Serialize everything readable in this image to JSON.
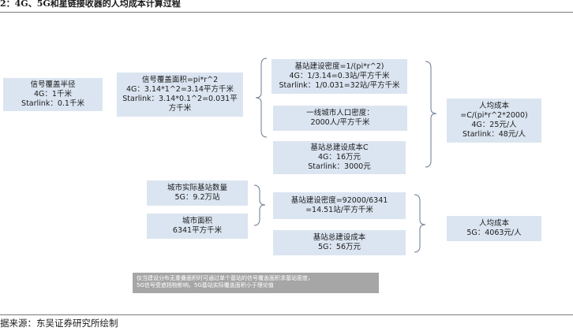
{
  "header": {
    "title": "2：4G、5G和星链接收器的人均成本计算过程"
  },
  "footer": {
    "source": "据来源：东吴证券研究所绘制"
  },
  "colors": {
    "box_fill": "#dbe5f1",
    "note_fill": "#a6a6a6",
    "connector": "#6a7a90"
  },
  "boxes": {
    "radius": {
      "lines": [
        "信号覆盖半径",
        "4G：1千米",
        "Starlink：0.1千米"
      ]
    },
    "area": {
      "lines": [
        "信号覆盖面积=pi*r^2",
        "4G：3.14*1^2=3.14平方千米",
        "Starlink：3.14*0.1^2=0.031平方千米"
      ]
    },
    "density": {
      "lines": [
        "基站建设密度=1/(pi*r^2)",
        "4G：1/3.14=0.3站/平方千米",
        "Starlink：1/0.031=32站/平方千米"
      ]
    },
    "population": {
      "lines": [
        "一线城市人口密度：",
        "2000人/平方千米"
      ]
    },
    "total_cost": {
      "lines": [
        "基站总建设成本C",
        "4G：16万元",
        "Starlink：3000元"
      ]
    },
    "per_capita": {
      "lines": [
        "人均成本",
        "=C/(pi*r^2*2000)",
        "4G：25元/人",
        "Starlink：48元/人"
      ]
    },
    "stations_5g": {
      "lines": [
        "城市实际基站数量",
        "5G：9.2万站"
      ]
    },
    "city_area": {
      "lines": [
        "城市面积",
        "6341平方千米"
      ]
    },
    "density_5g": {
      "lines": [
        "基站建设密度=92000/6341",
        "=14.51站/平方千米"
      ]
    },
    "total_cost_5g": {
      "lines": [
        "基站总建设成本",
        "5G：56万元"
      ]
    },
    "per_capita_5g": {
      "lines": [
        "人均成本",
        "5G：4063元/人"
      ]
    }
  },
  "note": {
    "lines": [
      "仅当建设分布无重叠面积时可通过单个基站的信号覆盖面积求基站密度，",
      "5G信号受遮挡物影响，5G基站实际覆盖面积小于理论值"
    ]
  }
}
